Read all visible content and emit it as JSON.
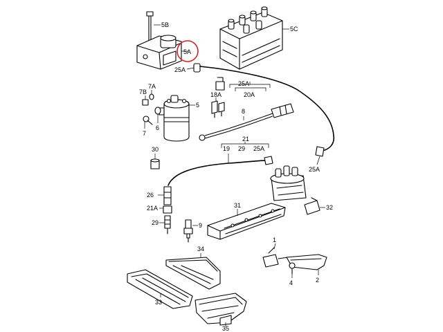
{
  "diagram": {
    "labels": {
      "l5B": "5B",
      "l5C": "5C",
      "l5A": "5A",
      "l25A_1": "25A",
      "l25A_2": "25A",
      "l20A": "20A",
      "l7A": "7A",
      "l7B": "7B",
      "l5": "5",
      "l18A": "18A",
      "l8": "8",
      "l6": "6",
      "l7": "7",
      "l21": "21",
      "l19": "19",
      "l29_top": "29",
      "l25A_3": "25A",
      "l30": "30",
      "l25A_4": "25A",
      "l26": "26",
      "l21A": "21A",
      "l31": "31",
      "l32": "32",
      "l29": "29",
      "l9": "9",
      "l1": "1",
      "l34": "34",
      "l4": "4",
      "l2": "2",
      "l33": "33",
      "l35": "35"
    },
    "highlight_color": "#d22222"
  }
}
